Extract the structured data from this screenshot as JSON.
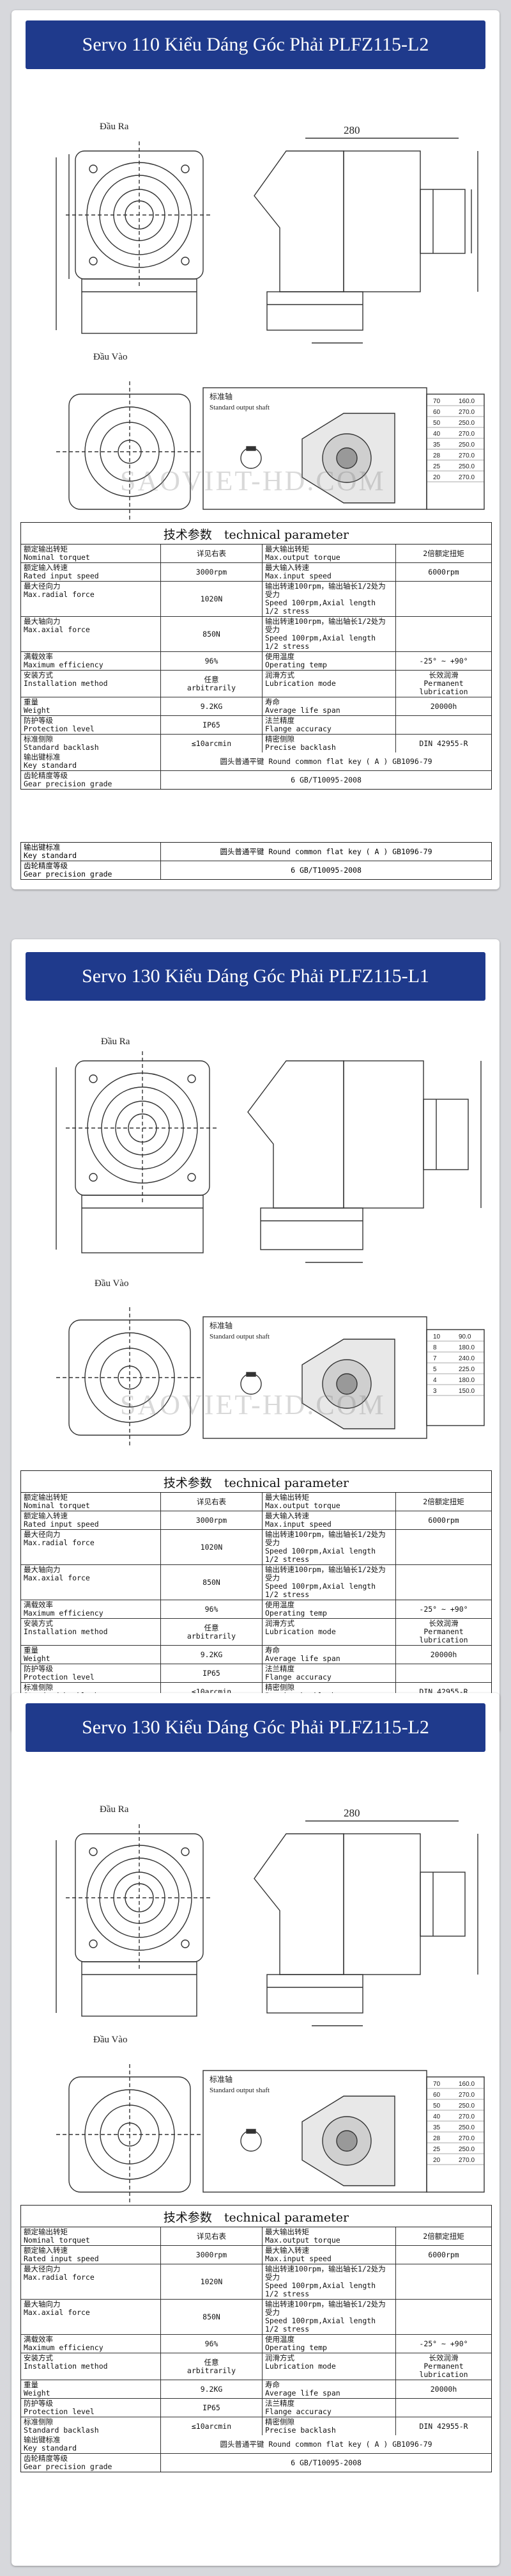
{
  "sections": [
    {
      "title": "Servo 110 Kiểu Dáng Góc Phải PLFZ115-L2",
      "output_label": "Đầu Ra",
      "input_label": "Đầu Vào",
      "dim_length": "280",
      "shaft_table": [
        [
          "70",
          "160.0"
        ],
        [
          "60",
          "270.0"
        ],
        [
          "50",
          "250.0"
        ],
        [
          "40",
          "270.0"
        ],
        [
          "35",
          "250.0"
        ],
        [
          "28",
          "270.0"
        ],
        [
          "25",
          "250.0"
        ],
        [
          "20",
          "270.0"
        ]
      ]
    },
    {
      "title": "Servo 130 Kiểu Dáng Góc Phải PLFZ115-L1",
      "output_label": "Đầu Ra",
      "input_label": "Đầu Vào",
      "dim_length": "",
      "shaft_table": [
        [
          "10",
          "90.0"
        ],
        [
          "8",
          "180.0"
        ],
        [
          "7",
          "240.0"
        ],
        [
          "5",
          "225.0"
        ],
        [
          "4",
          "180.0"
        ],
        [
          "3",
          "150.0"
        ]
      ]
    },
    {
      "title": "Servo 130 Kiểu Dáng Góc Phải PLFZ115-L2",
      "output_label": "Đầu Ra",
      "input_label": "Đầu Vào",
      "dim_length": "280",
      "shaft_table": [
        [
          "70",
          "160.0"
        ],
        [
          "60",
          "270.0"
        ],
        [
          "50",
          "250.0"
        ],
        [
          "40",
          "270.0"
        ],
        [
          "35",
          "250.0"
        ],
        [
          "28",
          "270.0"
        ],
        [
          "25",
          "250.0"
        ],
        [
          "20",
          "270.0"
        ]
      ]
    }
  ],
  "drawing_labels": {
    "standard_shaft": "标准轴",
    "standard_shaft_en": "Standard output shaft",
    "watermark": "SAOVIET-HD.COM"
  },
  "tech": {
    "title": "技术参数　technical parameter",
    "rows": [
      {
        "a_cn": "额定输出转矩",
        "a_en": "Nominal torquet",
        "b": "详见右表",
        "c_cn": "最大输出转矩",
        "c_en": "Max.output torque",
        "d": "2倍额定扭矩"
      },
      {
        "a_cn": "额定输入转速",
        "a_en": "Rated input speed",
        "b": "3000rpm",
        "c_cn": "最大输入转速",
        "c_en": "Max.input speed",
        "d": "6000rpm"
      },
      {
        "a_cn": "最大径向力",
        "a_en": "Max.radial force",
        "b": "1020N",
        "c_cn": "输出转速100rpm，输出轴长1/2处为受力",
        "c_en": "Speed 100rpm,Axial length 1/2 stress",
        "d": ""
      },
      {
        "a_cn": "最大轴向力",
        "a_en": "Max.axial force",
        "b": "850N",
        "c_cn": "输出转速100rpm，输出轴长1/2处为受力",
        "c_en": "Speed 100rpm,Axial length 1/2 stress",
        "d": ""
      },
      {
        "a_cn": "满载效率",
        "a_en": "Maximum efficiency",
        "b": "96%",
        "c_cn": "使用温度",
        "c_en": "Operating temp",
        "d": "-25° ~ +90°"
      },
      {
        "a_cn": "安装方式",
        "a_en": "Installation method",
        "b": "任意\narbitrarily",
        "c_cn": "润滑方式",
        "c_en": "Lubrication mode",
        "d": "长效润滑\nPermanent lubrication"
      },
      {
        "a_cn": "重量",
        "a_en": "Weight",
        "b": "9.2KG",
        "c_cn": "寿命",
        "c_en": "Average life span",
        "d": "20000h"
      },
      {
        "a_cn": "防护等级",
        "a_en": "Protection level",
        "b": "IP65",
        "c_cn": "法兰精度",
        "c_en": "Flange accuracy",
        "d": ""
      },
      {
        "a_cn": "标准侧隙",
        "a_en": "Standard backlash",
        "b": "≤10arcmin",
        "c_cn": "精密侧隙",
        "c_en": "Precise backlash",
        "d": "DIN 42955-R"
      }
    ],
    "key_cn": "输出键标准",
    "key_en": "Key standard",
    "key_value": "圆头普通平键 Round common flat key ( A ) GB1096-79",
    "gear_cn": "齿轮精度等级",
    "gear_en": "Gear precision grade",
    "gear_value": "6 GB/T10095-2008"
  }
}
